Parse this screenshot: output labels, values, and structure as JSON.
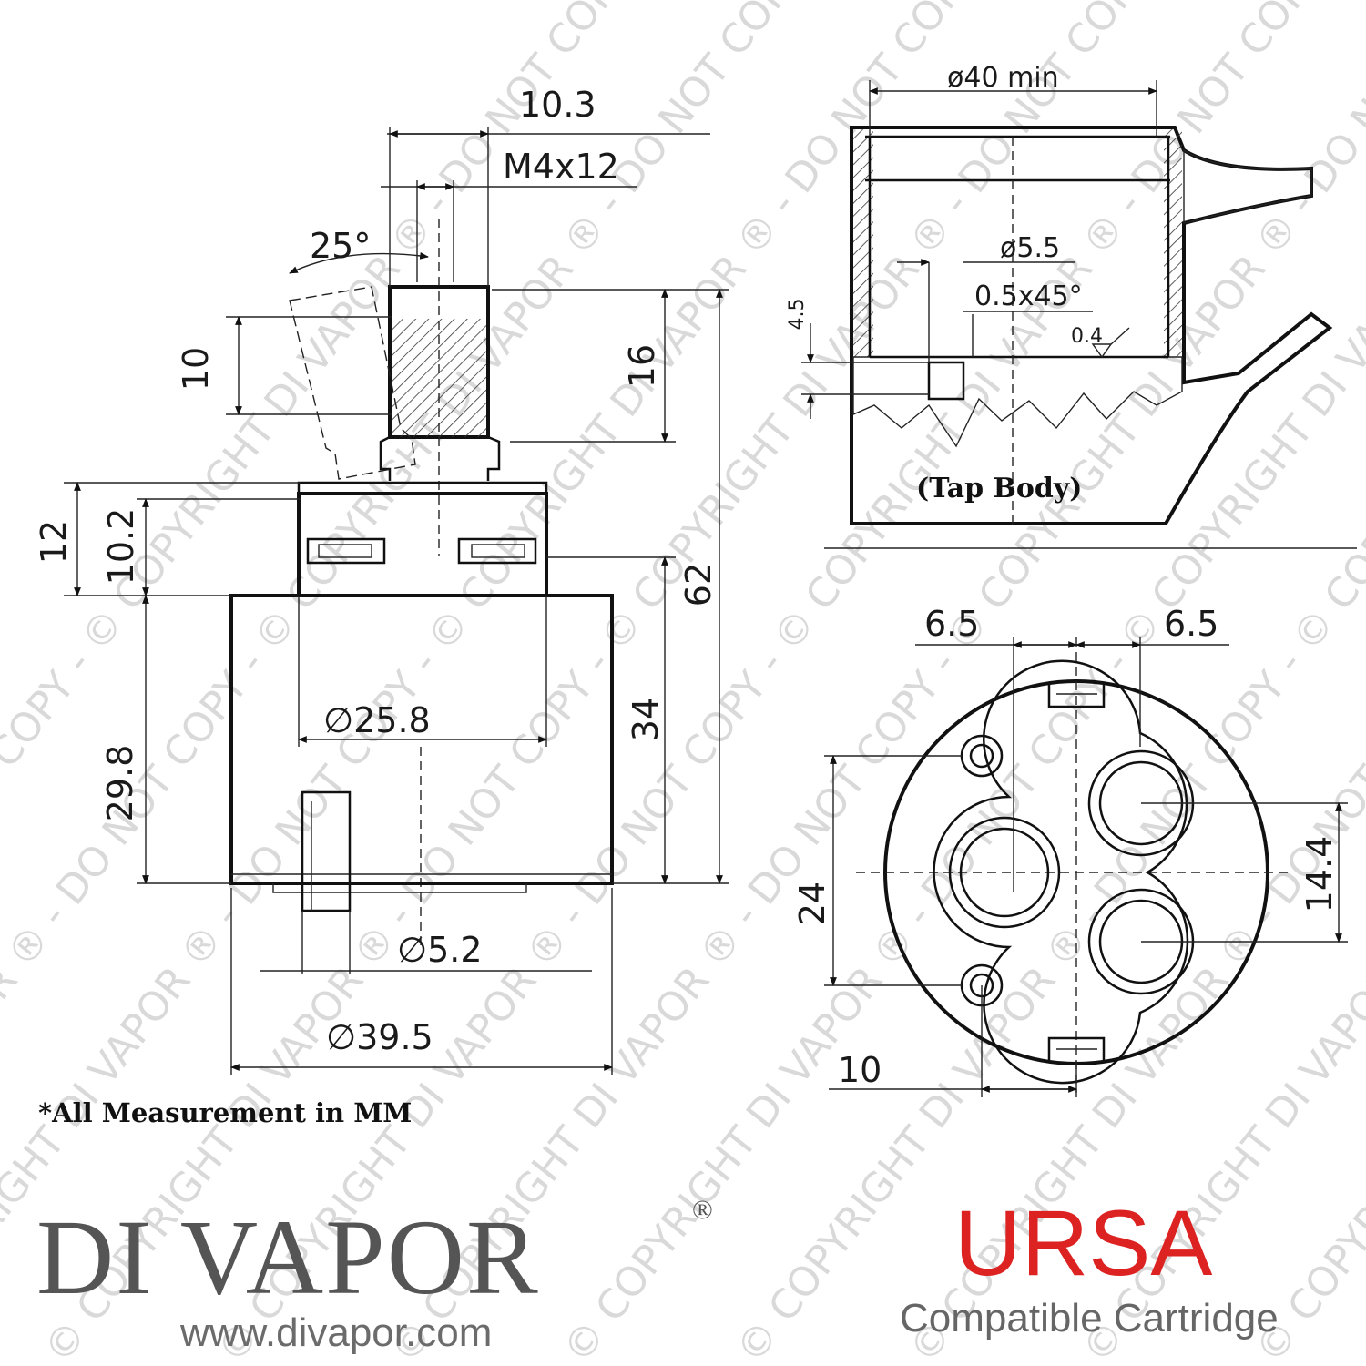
{
  "watermark": {
    "text": "© COPYRIGHT DI VAPOR ® - DO NOT COPY -"
  },
  "side_view": {
    "dimensions": {
      "spindle_width": "10.3",
      "thread": "M4x12",
      "angle": "25°",
      "spline_height": "10",
      "spindle_height": "16",
      "collar_height_a": "12",
      "collar_height_b": "10.2",
      "overall_height": "62",
      "collar_diameter": "∅25.8",
      "body_height": "34",
      "body_height_b": "29.8",
      "pin_diameter": "∅5.2",
      "body_diameter": "∅39.5"
    }
  },
  "tap_body_view": {
    "dimensions": {
      "bore_diameter": "ø40  min",
      "hole_diameter": "ø5.5",
      "chamfer": "0.5x45°",
      "depth": "4.5",
      "finish": "0.4"
    },
    "label": "(Tap Body)"
  },
  "base_view": {
    "dimensions": {
      "offset_left": "6.5",
      "offset_right": "6.5",
      "port_spacing": "14.4",
      "pin_spacing": "24",
      "pin_offset": "10"
    }
  },
  "note": "*All Measurement in MM",
  "brand": {
    "name": "DI VAPOR",
    "registered": "®",
    "url": "www.divapor.com",
    "color": "#555555"
  },
  "product": {
    "model": "URSA",
    "model_color": "#dd2222",
    "subtitle": "Compatible Cartridge"
  }
}
